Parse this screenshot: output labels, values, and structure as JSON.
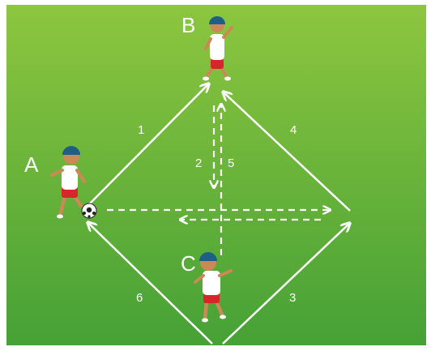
{
  "players": {
    "a": "A",
    "b": "B",
    "c": "C"
  },
  "passes": {
    "p1": "1",
    "p2": "2",
    "p3": "3",
    "p4": "4",
    "p5": "5",
    "p6": "6"
  },
  "colors": {
    "field_top": "#8dc63f",
    "field_bottom": "#46a136",
    "line": "#ffffff",
    "helmet": "#1e5f86",
    "skin": "#c98a56",
    "shirt": "#ffffff",
    "shorts": "#d7262b"
  }
}
